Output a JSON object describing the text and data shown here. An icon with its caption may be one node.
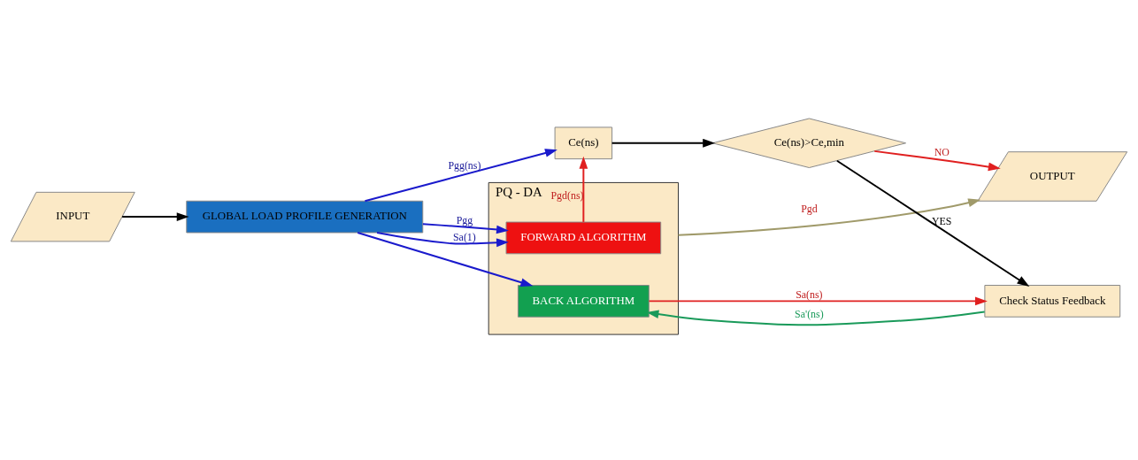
{
  "diagram": {
    "nodes": [
      {
        "text": [
          "INPUT"
        ]
      },
      {
        "text": [
          "GLOBAL LOAD PROFILE GENERATION"
        ]
      },
      {
        "text": [
          "Ce(ns)"
        ]
      },
      {
        "text": [
          "PQ - DA"
        ]
      },
      {
        "text": [
          "FORWARD ALGORITHM"
        ],
        "in": 3
      },
      {
        "text": [
          "BACK ALGORITHM"
        ],
        "in": 3
      },
      {
        "text": [
          "Ce(ns)>Ce,min"
        ]
      },
      {
        "text": [
          "OUTPUT"
        ]
      },
      {
        "text": [
          "Check Status Feedback"
        ]
      }
    ],
    "edges": [
      {
        "from": 0,
        "to": 1,
        "arrow": "to",
        "color": "#000000"
      },
      {
        "from": 1,
        "to": 2,
        "arrow": "to",
        "label": "Pgg(ns)",
        "color": "#1a1acc"
      },
      {
        "from": 1,
        "to": 4,
        "arrow": "to",
        "label": "Pgg",
        "color": "#1a1acc"
      },
      {
        "from": 1,
        "to": 5,
        "arrow": "to",
        "color": "#1a1acc"
      },
      {
        "from": 1,
        "to": 4,
        "arrow": "to",
        "label": "Sa(1)",
        "color": "#1a1acc"
      },
      {
        "from": 4,
        "to": 2,
        "arrow": "to",
        "label": "Pgd(ns)",
        "color": "#e02020"
      },
      {
        "from": 2,
        "to": 6,
        "arrow": "to",
        "color": "#000000"
      },
      {
        "from": 6,
        "to": 7,
        "arrow": "to",
        "label": "NO",
        "color": "#e02020"
      },
      {
        "from": 6,
        "to": 8,
        "arrow": "to",
        "label": "YES",
        "color": "#000000"
      },
      {
        "from": 3,
        "to": 7,
        "arrow": "to",
        "label": "Pgd",
        "color": "#a09a6a"
      },
      {
        "from": 5,
        "to": 8,
        "arrow": "to",
        "label": "Sa(ns)",
        "color": "#e02020"
      },
      {
        "from": 8,
        "to": 5,
        "arrow": "to",
        "label": "Sa'(ns)",
        "color": "#1a9a5a"
      }
    ]
  }
}
